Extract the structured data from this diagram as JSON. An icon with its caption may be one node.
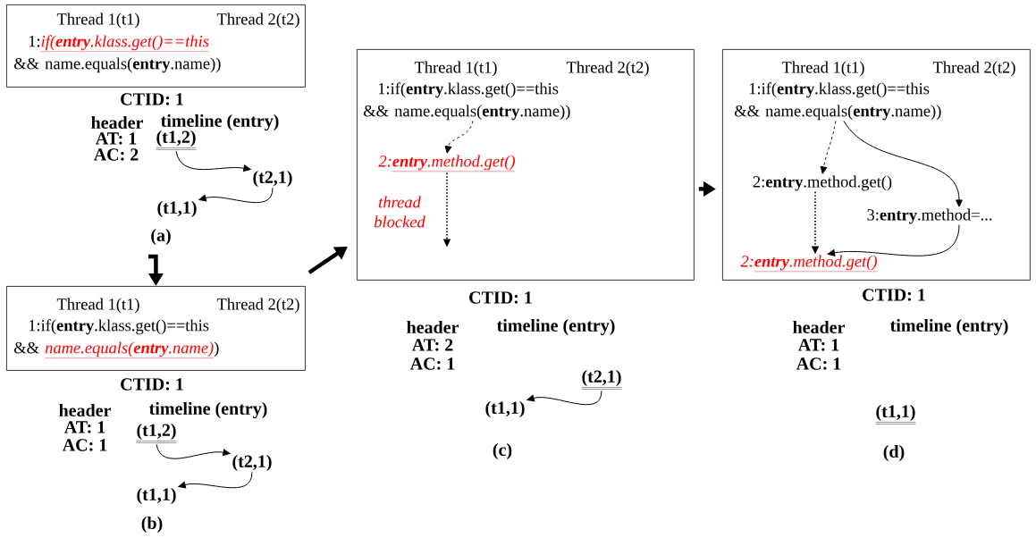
{
  "diagram": {
    "nodes": [
      {
        "text": [
          "Thread 1(t1)",
          "Thread 2(t2)"
        ]
      },
      {
        "text": [
          "1:",
          "if(**entry**.klass.get()==this",
          "&& name.equals(**entry**.name))"
        ],
        "in": 0
      },
      {
        "text": [
          "(t1,2)"
        ]
      },
      {
        "text": [
          "(t2,1)"
        ]
      },
      {
        "text": [
          "(t1,1)"
        ]
      },
      {
        "text": [
          "Thread 1(t1)",
          "Thread 2(t2)"
        ]
      },
      {
        "text": [
          "1:if(**entry**.klass.get()==this",
          "&&",
          "name.equals(**entry**.name)",
          ")"
        ],
        "in": 5
      },
      {
        "text": [
          "(t1,2)"
        ]
      },
      {
        "text": [
          "(t2,1)"
        ]
      },
      {
        "text": [
          "(t1,1)"
        ]
      },
      {
        "text": [
          "Thread 1(t1)",
          "Thread 2(t2)"
        ]
      },
      {
        "text": [
          "1:if(**entry**.klass.get()==this && name.equals(**entry**.name))"
        ],
        "in": 10
      },
      {
        "text": [
          "2:",
          "**entry**.method.get()"
        ],
        "in": 10
      },
      {
        "text": [
          "(t2,1)"
        ]
      },
      {
        "text": [
          "(t1,1)"
        ]
      },
      {
        "text": [
          "Thread 1(t1)",
          "Thread 2(t2)"
        ]
      },
      {
        "text": [
          "1:if(**entry**.klass.get()==this && name.equals(**entry**.name))"
        ],
        "in": 15
      },
      {
        "text": [
          "2:**entry**.method.get()"
        ],
        "in": 15
      },
      {
        "text": [
          "3:**entry**.method=..."
        ],
        "in": 15
      },
      {
        "text": [
          "2:",
          "**entry**.method.get()"
        ],
        "in": 15
      }
    ],
    "edges": [
      {
        "from": 2,
        "to": 3,
        "arrow": "to"
      },
      {
        "from": 3,
        "to": 4,
        "arrow": "to"
      },
      {
        "from": 7,
        "to": 8,
        "arrow": "to"
      },
      {
        "from": 8,
        "to": 9,
        "arrow": "to"
      },
      {
        "from": 13,
        "to": 14,
        "arrow": "to"
      },
      {
        "from": 11,
        "to": 12,
        "arrow": "to",
        "style": "dashed"
      },
      {
        "from": 12,
        "to": null,
        "arrow": "to",
        "style": "dashed",
        "label": "thread blocked"
      },
      {
        "from": 16,
        "to": 17,
        "arrow": "to",
        "style": "dashed"
      },
      {
        "from": 16,
        "to": 18,
        "arrow": "to"
      },
      {
        "from": 17,
        "to": 19,
        "arrow": "to",
        "style": "dashed"
      },
      {
        "from": 18,
        "to": 19,
        "arrow": "to"
      },
      {
        "from": null,
        "to": 5,
        "arrow": "to",
        "style": "thick"
      },
      {
        "from": 5,
        "to": 10,
        "arrow": "to",
        "style": "thick"
      },
      {
        "from": 10,
        "to": 15,
        "arrow": "to",
        "style": "thick"
      }
    ],
    "labels": [
      "CTID: 1",
      "header",
      "timeline (entry)",
      "AT: 1",
      "AC: 2",
      "(a)",
      "CTID: 1",
      "header",
      "timeline (entry)",
      "AT: 1",
      "AC: 1",
      "(b)",
      "CTID: 1",
      "header",
      "timeline (entry)",
      "AT: 2",
      "AC: 1",
      "(c)",
      "CTID: 1",
      "header",
      "timeline (entry)",
      "AT: 1",
      "AC: 1",
      "(t1,1)",
      "(d)"
    ]
  }
}
